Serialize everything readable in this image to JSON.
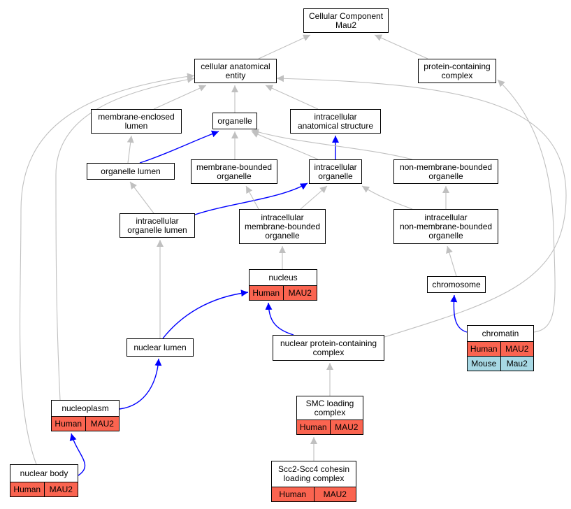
{
  "colors": {
    "edge_gray": "#c0c0c0",
    "edge_blue": "#0000ff",
    "human": "#fa6450",
    "mouse": "#a7d8e4"
  },
  "nodes": [
    {
      "id": "cc",
      "lines": [
        "Cellular Component",
        "Mau2"
      ],
      "rows": []
    },
    {
      "id": "cae",
      "lines": [
        "cellular anatomical",
        "entity"
      ],
      "rows": []
    },
    {
      "id": "pcc",
      "lines": [
        "protein-containing",
        "complex"
      ],
      "rows": []
    },
    {
      "id": "mel",
      "lines": [
        "membrane-enclosed",
        "lumen"
      ],
      "rows": []
    },
    {
      "id": "org",
      "lines": [
        "organelle"
      ],
      "rows": []
    },
    {
      "id": "ias",
      "lines": [
        "intracellular",
        "anatomical structure"
      ],
      "rows": []
    },
    {
      "id": "orgl",
      "lines": [
        "organelle lumen"
      ],
      "rows": []
    },
    {
      "id": "mbo",
      "lines": [
        "membrane-bounded",
        "organelle"
      ],
      "rows": []
    },
    {
      "id": "io",
      "lines": [
        "intracellular",
        "organelle"
      ],
      "rows": []
    },
    {
      "id": "nmbo",
      "lines": [
        "non-membrane-bounded",
        "organelle"
      ],
      "rows": []
    },
    {
      "id": "iol",
      "lines": [
        "intracellular",
        "organelle lumen"
      ],
      "rows": []
    },
    {
      "id": "imbo",
      "lines": [
        "intracellular",
        "membrane-bounded",
        "organelle"
      ],
      "rows": []
    },
    {
      "id": "inmbo",
      "lines": [
        "intracellular",
        "non-membrane-bounded",
        "organelle"
      ],
      "rows": []
    },
    {
      "id": "nuc",
      "lines": [
        "nucleus"
      ],
      "rows": [
        {
          "species": "Human",
          "gene": "MAU2",
          "color": "human"
        }
      ]
    },
    {
      "id": "chr",
      "lines": [
        "chromosome"
      ],
      "rows": []
    },
    {
      "id": "nl",
      "lines": [
        "nuclear lumen"
      ],
      "rows": []
    },
    {
      "id": "npcc",
      "lines": [
        "nuclear protein-containing",
        "complex"
      ],
      "rows": []
    },
    {
      "id": "chrom",
      "lines": [
        "chromatin"
      ],
      "rows": [
        {
          "species": "Human",
          "gene": "MAU2",
          "color": "human"
        },
        {
          "species": "Mouse",
          "gene": "Mau2",
          "color": "mouse"
        }
      ]
    },
    {
      "id": "np",
      "lines": [
        "nucleoplasm"
      ],
      "rows": [
        {
          "species": "Human",
          "gene": "MAU2",
          "color": "human"
        }
      ]
    },
    {
      "id": "smc",
      "lines": [
        "SMC loading",
        "complex"
      ],
      "rows": [
        {
          "species": "Human",
          "gene": "MAU2",
          "color": "human"
        }
      ]
    },
    {
      "id": "nb",
      "lines": [
        "nuclear body"
      ],
      "rows": [
        {
          "species": "Human",
          "gene": "MAU2",
          "color": "human"
        }
      ]
    },
    {
      "id": "scc",
      "lines": [
        "Scc2-Scc4 cohesin",
        "loading complex"
      ],
      "rows": [
        {
          "species": "Human",
          "gene": "MAU2",
          "color": "human"
        }
      ]
    }
  ],
  "edges": [
    {
      "from": "cae",
      "to": "cc",
      "color": "gray"
    },
    {
      "from": "pcc",
      "to": "cc",
      "color": "gray"
    },
    {
      "from": "mel",
      "to": "cae",
      "color": "gray"
    },
    {
      "from": "org",
      "to": "cae",
      "color": "gray"
    },
    {
      "from": "ias",
      "to": "cae",
      "color": "gray"
    },
    {
      "from": "orgl",
      "to": "mel",
      "color": "gray"
    },
    {
      "from": "orgl",
      "to": "org",
      "color": "blue"
    },
    {
      "from": "mbo",
      "to": "org",
      "color": "gray"
    },
    {
      "from": "io",
      "to": "org",
      "color": "gray"
    },
    {
      "from": "io",
      "to": "ias",
      "color": "blue"
    },
    {
      "from": "nmbo",
      "to": "org",
      "color": "gray"
    },
    {
      "from": "iol",
      "to": "orgl",
      "color": "gray"
    },
    {
      "from": "iol",
      "to": "io",
      "color": "blue"
    },
    {
      "from": "imbo",
      "to": "mbo",
      "color": "gray"
    },
    {
      "from": "imbo",
      "to": "io",
      "color": "gray"
    },
    {
      "from": "inmbo",
      "to": "nmbo",
      "color": "gray"
    },
    {
      "from": "inmbo",
      "to": "io",
      "color": "gray"
    },
    {
      "from": "nuc",
      "to": "imbo",
      "color": "gray"
    },
    {
      "from": "chr",
      "to": "inmbo",
      "color": "gray"
    },
    {
      "from": "nl",
      "to": "iol",
      "color": "gray"
    },
    {
      "from": "nl",
      "to": "nuc",
      "color": "blue"
    },
    {
      "from": "npcc",
      "to": "nuc",
      "color": "blue"
    },
    {
      "from": "npcc",
      "to": "cae",
      "color": "gray"
    },
    {
      "from": "chrom",
      "to": "chr",
      "color": "blue"
    },
    {
      "from": "chrom",
      "to": "pcc",
      "color": "gray"
    },
    {
      "from": "np",
      "to": "nl",
      "color": "blue"
    },
    {
      "from": "np",
      "to": "cae",
      "color": "gray"
    },
    {
      "from": "smc",
      "to": "npcc",
      "color": "gray"
    },
    {
      "from": "nb",
      "to": "np",
      "color": "blue"
    },
    {
      "from": "nb",
      "to": "cae",
      "color": "gray"
    },
    {
      "from": "scc",
      "to": "smc",
      "color": "gray"
    }
  ]
}
